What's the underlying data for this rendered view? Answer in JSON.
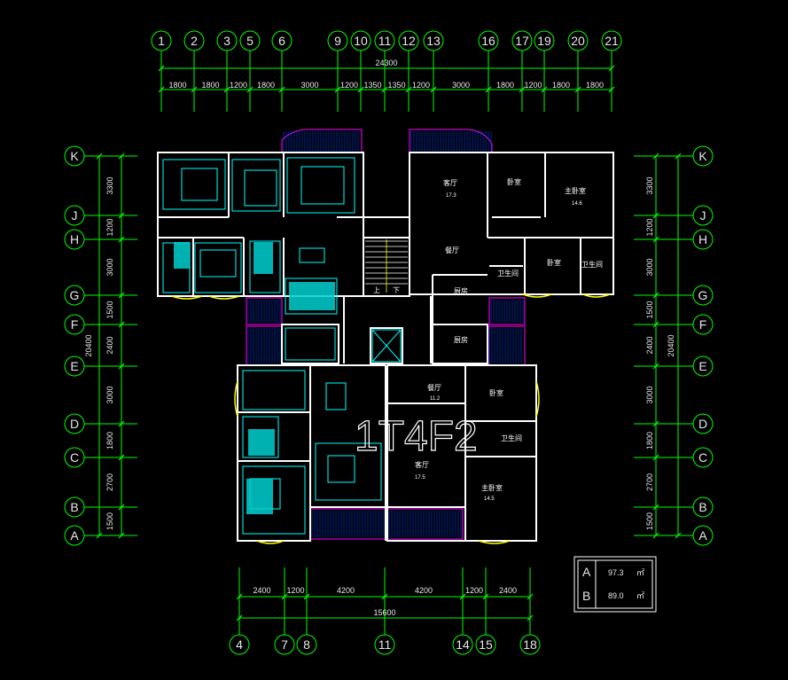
{
  "top_axes": [
    "1",
    "2",
    "3",
    "5",
    "6",
    "9",
    "10",
    "11",
    "12",
    "13",
    "16",
    "17",
    "19",
    "20",
    "21"
  ],
  "top_total": "24300",
  "top_spans": [
    "1800",
    "1800",
    "1200",
    "1800",
    "3000",
    "1200",
    "1350",
    "1350",
    "1200",
    "3000",
    "1800",
    "1200",
    "1800",
    "1800"
  ],
  "bottom_axes": [
    "4",
    "7",
    "8",
    "11",
    "14",
    "15",
    "18"
  ],
  "bottom_spans": [
    "2400",
    "1200",
    "4200",
    "4200",
    "1200",
    "2400"
  ],
  "bottom_total": "15600",
  "left_axes": [
    "K",
    "J",
    "H",
    "G",
    "F",
    "E",
    "D",
    "C",
    "B",
    "A"
  ],
  "right_axes": [
    "K",
    "J",
    "H",
    "G",
    "F",
    "E",
    "D",
    "C",
    "B",
    "A"
  ],
  "side_spans": [
    "3300",
    "1200",
    "3000",
    "1500",
    "2400",
    "3000",
    "1800",
    "2700",
    "1500"
  ],
  "side_total": "20400",
  "rooms": {
    "upper_right": {
      "living": "客厅",
      "living_area": "17.3",
      "bedroom": "卧室",
      "master": "主卧室",
      "master_area": "14.6",
      "dining": "餐厅",
      "bath1": "卫生间",
      "bedroom2": "卧室",
      "bath2": "卫生间",
      "kitchen": "厨房"
    },
    "lower_right": {
      "kitchen": "厨房",
      "dining": "餐厅",
      "dining_area": "11.2",
      "bedroom": "卧室",
      "bath": "卫生间",
      "living": "客厅",
      "living_area": "17.5",
      "master": "主卧室",
      "master_area": "14.5"
    },
    "stair_up": "上",
    "stair_down": "下"
  },
  "watermark": "1T4F2",
  "legend": {
    "rows": [
      {
        "key": "A",
        "value": "97.3",
        "unit": "㎡"
      },
      {
        "key": "B",
        "value": "89.0",
        "unit": "㎡"
      }
    ]
  },
  "colors": {
    "background": "#000000",
    "dimension": "#00ff00",
    "wall": "#ffffff",
    "furniture": "#00ffff",
    "balcony": "#ff00ff",
    "stair": "#ffff00"
  }
}
